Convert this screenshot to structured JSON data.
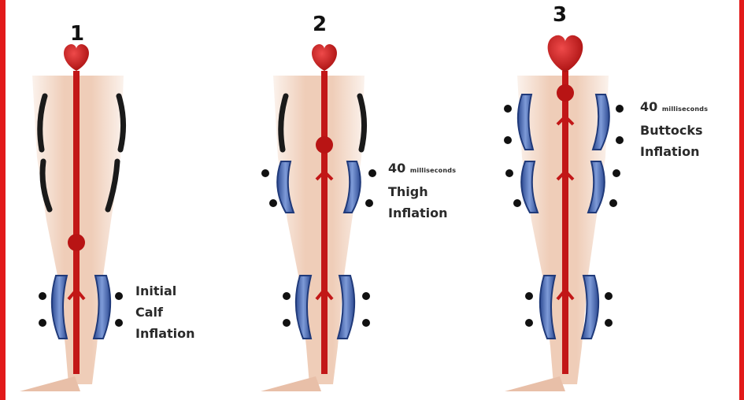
{
  "panels": [
    {
      "number": "1",
      "label_lines": [
        "Initial",
        "Calf",
        "Inflation"
      ]
    },
    {
      "number": "2",
      "delay_value": "40",
      "delay_unit": "milliseconds",
      "label_lines": [
        "Thigh",
        "Inflation"
      ]
    },
    {
      "number": "3",
      "delay_value": "40",
      "delay_unit": "milliseconds",
      "label_lines": [
        "Buttocks",
        "Inflation"
      ]
    }
  ],
  "colors": {
    "border": "#e21a1a",
    "heart": "#c41414",
    "artery": "#c21717",
    "skin": "#f0d6c4",
    "inflated_cuff": "#3f5fae",
    "deflated_cuff": "#1a1a1a",
    "text": "#2a2a2a"
  },
  "icons": [
    "heart-icon",
    "artery",
    "leg-outline",
    "pressure-cuff",
    "attachment-dot"
  ]
}
